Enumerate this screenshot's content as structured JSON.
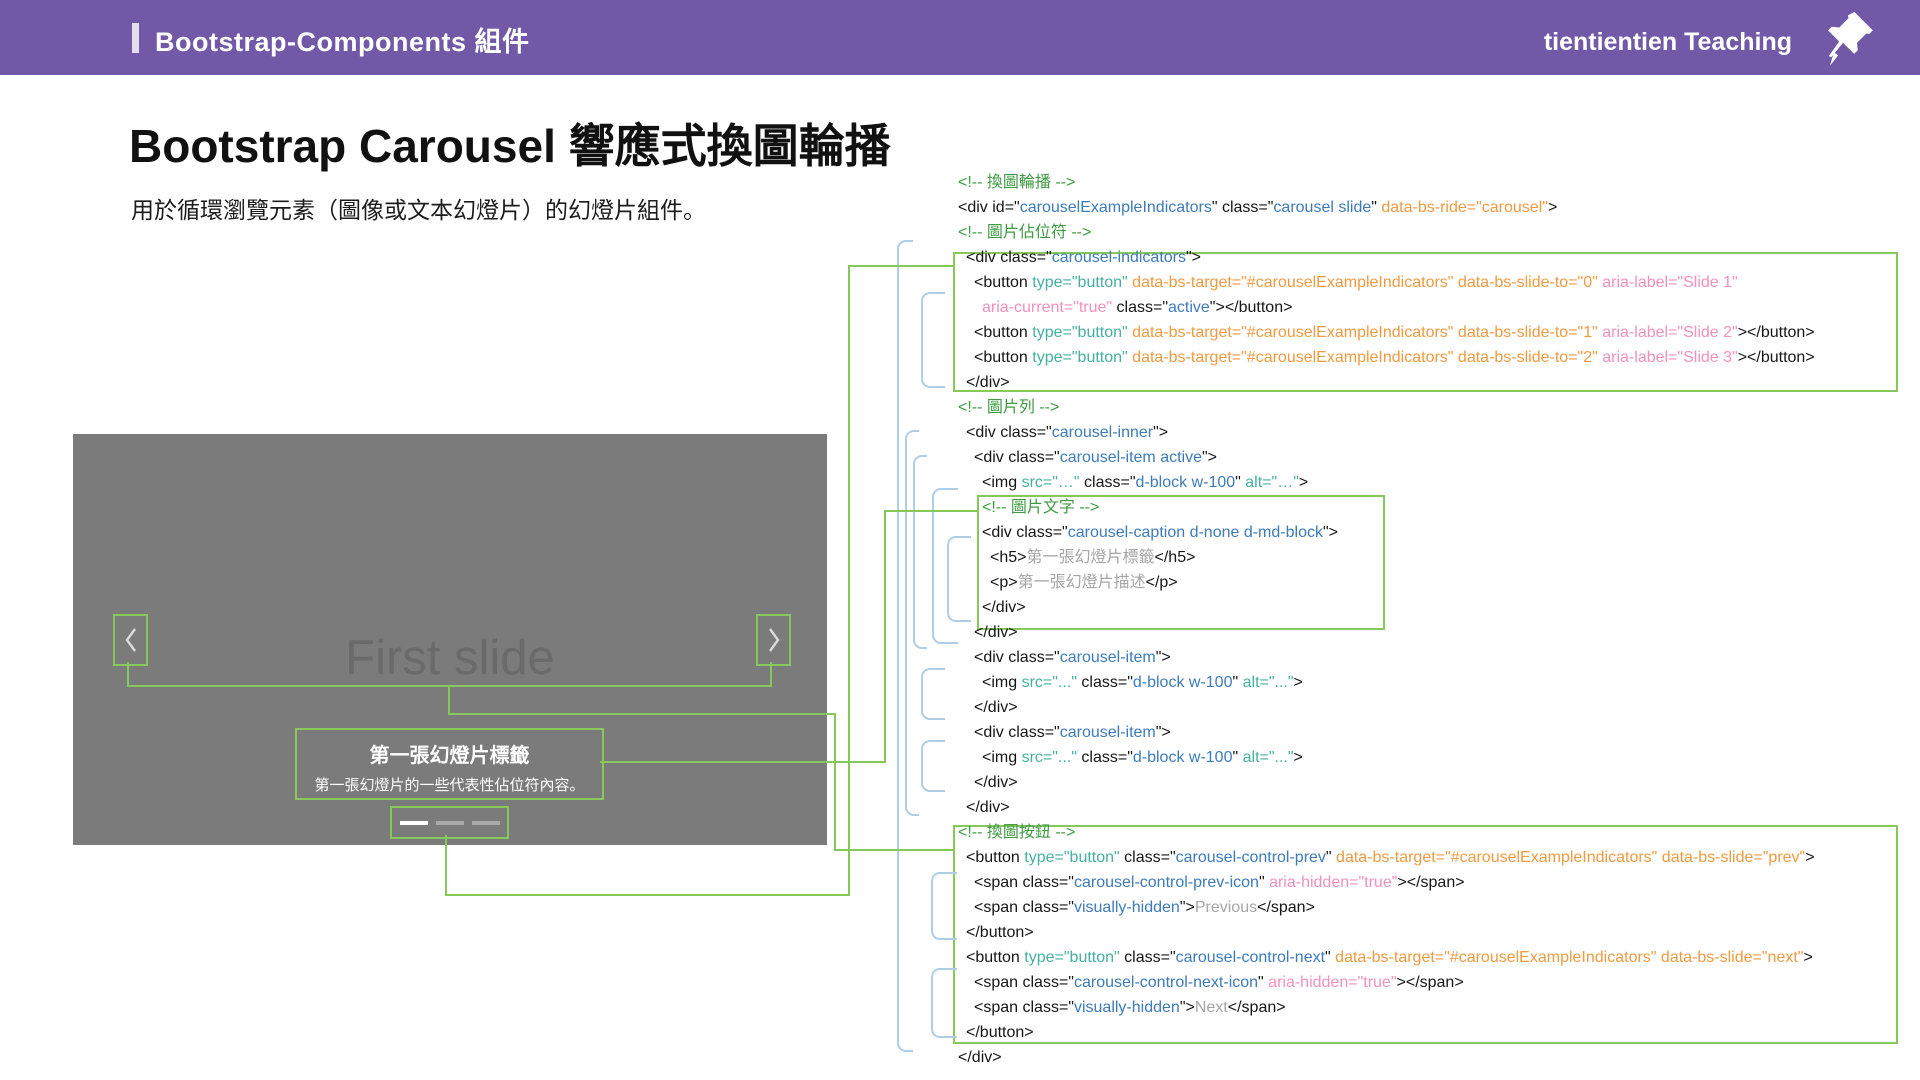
{
  "header": {
    "title": "Bootstrap-Components 組件",
    "brand": "tientientien Teaching",
    "pin_icon": "pushpin-icon"
  },
  "page": {
    "title": "Bootstrap Carousel 響應式換圖輪播",
    "subtitle": "用於循環瀏覽元素（圖像或文本幻燈片）的幻燈片組件。"
  },
  "preview": {
    "slide_text": "First slide",
    "prev_icon": "chevron-left-icon",
    "next_icon": "chevron-right-icon",
    "caption_title": "第一張幻燈片標籤",
    "caption_text": "第一張幻燈片的一些代表性佔位符內容。",
    "indicators": {
      "total": 3,
      "active_index": 0
    }
  },
  "colors": {
    "header_purple": "#7159a8",
    "annotation_green": "#86c85a",
    "comment_green": "#3e9b42",
    "code_blue": "#3d7bba",
    "code_orange": "#f09a41",
    "code_teal": "#45b0a1",
    "code_pink": "#f191bd",
    "code_gray": "#a6a6a6",
    "bracket_blue": "#aecde8",
    "carousel_gray": "#7b7b7b"
  },
  "code": {
    "lines": [
      {
        "i": 0,
        "p": [
          [
            "g",
            "<!-- 換圖輪播 -->"
          ]
        ]
      },
      {
        "i": 0,
        "p": [
          [
            "k",
            "<div id=\""
          ],
          [
            "b",
            "carouselExampleIndicators"
          ],
          [
            "k",
            "\" class=\""
          ],
          [
            "b",
            "carousel slide"
          ],
          [
            "k",
            "\" "
          ],
          [
            "o",
            "data-bs-ride=\"carousel\""
          ],
          [
            "k",
            ">"
          ]
        ]
      },
      {
        "i": 0,
        "p": [
          [
            "g",
            "<!-- 圖片佔位符 -->"
          ]
        ]
      },
      {
        "i": 1,
        "p": [
          [
            "k",
            "<div class=\""
          ],
          [
            "b",
            "carousel-indicators"
          ],
          [
            "k",
            "\">"
          ]
        ]
      },
      {
        "i": 2,
        "p": [
          [
            "k",
            "<button "
          ],
          [
            "t",
            "type=\"button\""
          ],
          [
            "k",
            " "
          ],
          [
            "o",
            "data-bs-target=\"#carouselExampleIndicators\" data-bs-slide-to=\"0\""
          ],
          [
            "k",
            " "
          ],
          [
            "p",
            "aria-label=\"Slide 1\""
          ]
        ]
      },
      {
        "i": 3,
        "p": [
          [
            "p",
            "aria-current=\"true\""
          ],
          [
            "k",
            " class=\""
          ],
          [
            "b",
            "active"
          ],
          [
            "k",
            "\"></button>"
          ]
        ]
      },
      {
        "i": 2,
        "p": [
          [
            "k",
            "<button "
          ],
          [
            "t",
            "type=\"button\""
          ],
          [
            "k",
            " "
          ],
          [
            "o",
            "data-bs-target=\"#carouselExampleIndicators\" data-bs-slide-to=\"1\""
          ],
          [
            "k",
            " "
          ],
          [
            "p",
            "aria-label=\"Slide 2\""
          ],
          [
            "k",
            "></button>"
          ]
        ]
      },
      {
        "i": 2,
        "p": [
          [
            "k",
            "<button "
          ],
          [
            "t",
            "type=\"button\""
          ],
          [
            "k",
            " "
          ],
          [
            "o",
            "data-bs-target=\"#carouselExampleIndicators\" data-bs-slide-to=\"2\""
          ],
          [
            "k",
            " "
          ],
          [
            "p",
            "aria-label=\"Slide 3\""
          ],
          [
            "k",
            "></button>"
          ]
        ]
      },
      {
        "i": 1,
        "p": [
          [
            "k",
            "</div>"
          ]
        ]
      },
      {
        "i": 0,
        "p": [
          [
            "g",
            "<!-- 圖片列 -->"
          ]
        ]
      },
      {
        "i": 1,
        "p": [
          [
            "k",
            "<div class=\""
          ],
          [
            "b",
            "carousel-inner"
          ],
          [
            "k",
            "\">"
          ]
        ]
      },
      {
        "i": 2,
        "p": [
          [
            "k",
            "<div class=\""
          ],
          [
            "b",
            "carousel-item active"
          ],
          [
            "k",
            "\">"
          ]
        ]
      },
      {
        "i": 3,
        "p": [
          [
            "k",
            "<img "
          ],
          [
            "t",
            "src=\"…\""
          ],
          [
            "k",
            " class=\""
          ],
          [
            "b",
            "d-block w-100"
          ],
          [
            "k",
            "\" "
          ],
          [
            "t",
            "alt=\"…\""
          ],
          [
            "k",
            ">"
          ]
        ]
      },
      {
        "i": 3,
        "p": [
          [
            "g",
            "<!-- 圖片文字 -->"
          ]
        ]
      },
      {
        "i": 3,
        "p": [
          [
            "k",
            "<div class=\""
          ],
          [
            "b",
            "carousel-caption d-none d-md-block"
          ],
          [
            "k",
            "\">"
          ]
        ]
      },
      {
        "i": 4,
        "p": [
          [
            "k",
            "<h5>"
          ],
          [
            "gr",
            "第一張幻燈片標籤"
          ],
          [
            "k",
            "</h5>"
          ]
        ]
      },
      {
        "i": 4,
        "p": [
          [
            "k",
            "<p>"
          ],
          [
            "gr",
            "第一張幻燈片描述"
          ],
          [
            "k",
            "</p>"
          ]
        ]
      },
      {
        "i": 3,
        "p": [
          [
            "k",
            "</div>"
          ]
        ]
      },
      {
        "i": 2,
        "p": [
          [
            "k",
            "</div>"
          ]
        ]
      },
      {
        "i": 2,
        "p": [
          [
            "k",
            "<div class=\""
          ],
          [
            "b",
            "carousel-item"
          ],
          [
            "k",
            "\">"
          ]
        ]
      },
      {
        "i": 3,
        "p": [
          [
            "k",
            "<img "
          ],
          [
            "t",
            "src=\"...\""
          ],
          [
            "k",
            " class=\""
          ],
          [
            "b",
            "d-block w-100"
          ],
          [
            "k",
            "\" "
          ],
          [
            "t",
            "alt=\"...\""
          ],
          [
            "k",
            ">"
          ]
        ]
      },
      {
        "i": 2,
        "p": [
          [
            "k",
            "</div>"
          ]
        ]
      },
      {
        "i": 2,
        "p": [
          [
            "k",
            "<div class=\""
          ],
          [
            "b",
            "carousel-item"
          ],
          [
            "k",
            "\">"
          ]
        ]
      },
      {
        "i": 3,
        "p": [
          [
            "k",
            "<img "
          ],
          [
            "t",
            "src=\"...\""
          ],
          [
            "k",
            " class=\""
          ],
          [
            "b",
            "d-block w-100"
          ],
          [
            "k",
            "\" "
          ],
          [
            "t",
            "alt=\"...\""
          ],
          [
            "k",
            ">"
          ]
        ]
      },
      {
        "i": 2,
        "p": [
          [
            "k",
            "</div>"
          ]
        ]
      },
      {
        "i": 1,
        "p": [
          [
            "k",
            "</div>"
          ]
        ]
      },
      {
        "i": 0,
        "p": [
          [
            "g",
            "<!-- 換圖按鈕 -->"
          ]
        ]
      },
      {
        "i": 1,
        "p": [
          [
            "k",
            "<button "
          ],
          [
            "t",
            "type=\"button\""
          ],
          [
            "k",
            " class=\""
          ],
          [
            "b",
            "carousel-control-prev"
          ],
          [
            "k",
            "\" "
          ],
          [
            "o",
            "data-bs-target=\"#carouselExampleIndicators\" data-bs-slide=\"prev\""
          ],
          [
            "k",
            ">"
          ]
        ]
      },
      {
        "i": 2,
        "p": [
          [
            "k",
            "<span class=\""
          ],
          [
            "b",
            "carousel-control-prev-icon"
          ],
          [
            "k",
            "\" "
          ],
          [
            "p",
            "aria-hidden=\"true\""
          ],
          [
            "k",
            "></span>"
          ]
        ]
      },
      {
        "i": 2,
        "p": [
          [
            "k",
            "<span class=\""
          ],
          [
            "b",
            "visually-hidden"
          ],
          [
            "k",
            "\">"
          ],
          [
            "gr",
            "Previous"
          ],
          [
            "k",
            "</span>"
          ]
        ]
      },
      {
        "i": 1,
        "p": [
          [
            "k",
            "</button>"
          ]
        ]
      },
      {
        "i": 1,
        "p": [
          [
            "k",
            "<button "
          ],
          [
            "t",
            "type=\"button\""
          ],
          [
            "k",
            " class=\""
          ],
          [
            "b",
            "carousel-control-next"
          ],
          [
            "k",
            "\" "
          ],
          [
            "o",
            "data-bs-target=\"#carouselExampleIndicators\" data-bs-slide=\"next\""
          ],
          [
            "k",
            ">"
          ]
        ]
      },
      {
        "i": 2,
        "p": [
          [
            "k",
            "<span class=\""
          ],
          [
            "b",
            "carousel-control-next-icon"
          ],
          [
            "k",
            "\" "
          ],
          [
            "p",
            "aria-hidden=\"true\""
          ],
          [
            "k",
            "></span>"
          ]
        ]
      },
      {
        "i": 2,
        "p": [
          [
            "k",
            "<span class=\""
          ],
          [
            "b",
            "visually-hidden"
          ],
          [
            "k",
            "\">"
          ],
          [
            "gr",
            "Next"
          ],
          [
            "k",
            "</span>"
          ]
        ]
      },
      {
        "i": 1,
        "p": [
          [
            "k",
            "</button>"
          ]
        ]
      },
      {
        "i": 0,
        "p": [
          [
            "k",
            "</div>"
          ]
        ]
      }
    ]
  }
}
